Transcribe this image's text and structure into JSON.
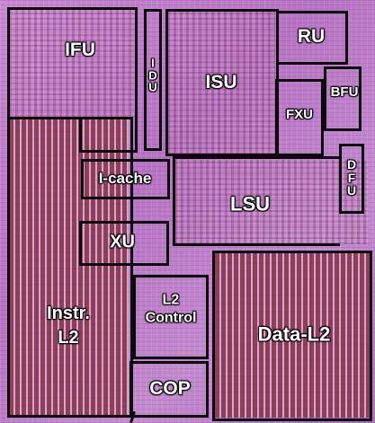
{
  "blocks": {
    "ifu": "IFU",
    "idu": [
      "I",
      "D",
      "U"
    ],
    "isu": "ISU",
    "ru": "RU",
    "bfu": "BFU",
    "fxu": "FXU",
    "dfu": [
      "D",
      "F",
      "U"
    ],
    "icache": "I-cache",
    "lsu": "LSU",
    "xu": "XU",
    "instr_l2": [
      "Instr.",
      "L2"
    ],
    "l2_control": [
      "L2",
      "Control"
    ],
    "data_l2": "Data-L2",
    "cop": "COP"
  },
  "colors": {
    "die": "#c48bd0",
    "outline": "#0a0a0a",
    "label": "#ffffff"
  }
}
